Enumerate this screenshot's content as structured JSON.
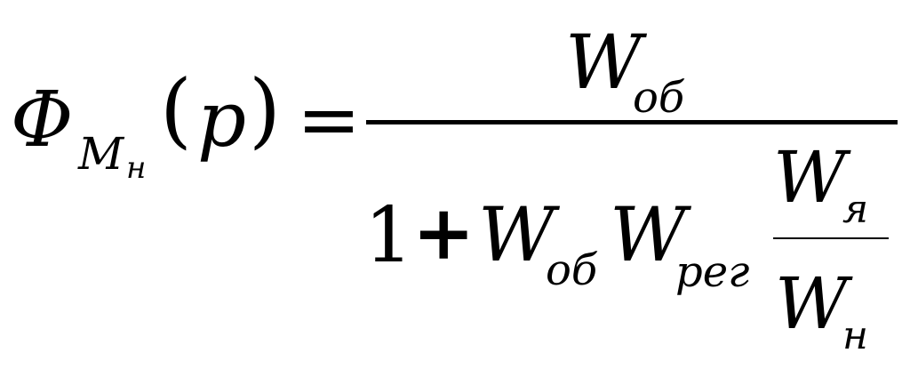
{
  "formula": {
    "lhs": {
      "symbol": "Φ",
      "sub": "M",
      "subsub": "н",
      "lparen": "(",
      "arg": "p",
      "rparen": ")"
    },
    "equals": "=",
    "numerator": {
      "symbol": "W",
      "sub": "об"
    },
    "denominator": {
      "one": "1",
      "plus": "+",
      "w1": {
        "symbol": "W",
        "sub": "об"
      },
      "w2": {
        "symbol": "W",
        "sub": "рег"
      },
      "inner_num": {
        "symbol": "W",
        "sub": "я"
      },
      "inner_den": {
        "symbol": "W",
        "sub": "н"
      }
    }
  }
}
